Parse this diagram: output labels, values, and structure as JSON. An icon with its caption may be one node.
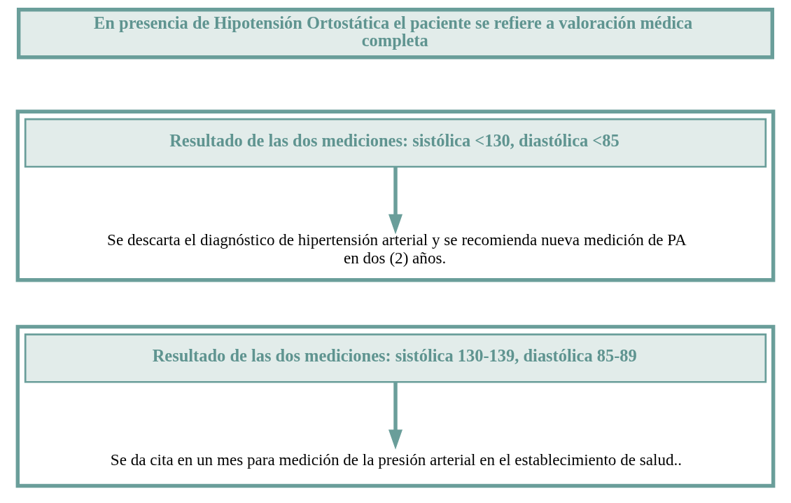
{
  "diagram": {
    "nodes": [
      {
        "text": [
          "En presencia de Hipotensión Ortostática el paciente se refiere a valoración médica completa"
        ]
      },
      {
        "text": [],
        "shape": "box"
      },
      {
        "text": [
          "Resultado de las dos mediciones: sistólica <130, diastólica <85"
        ],
        "in": 1
      },
      {
        "text": [
          "Se descarta el diagnóstico de hipertensión arterial y se recomienda nueva medición de PA en dos (2) años."
        ],
        "in": 1
      },
      {
        "text": [],
        "shape": "box"
      },
      {
        "text": [
          "Resultado de las dos mediciones: sistólica 130-139, diastólica 85-89"
        ],
        "in": 4
      },
      {
        "text": [
          "Se da cita en un mes para medición de la presión arterial en el establecimiento de salud.."
        ],
        "in": 4
      }
    ],
    "edges": [
      {
        "from": 2,
        "to": 3,
        "arrow": "to"
      },
      {
        "from": 5,
        "to": 6,
        "arrow": "to"
      }
    ]
  }
}
